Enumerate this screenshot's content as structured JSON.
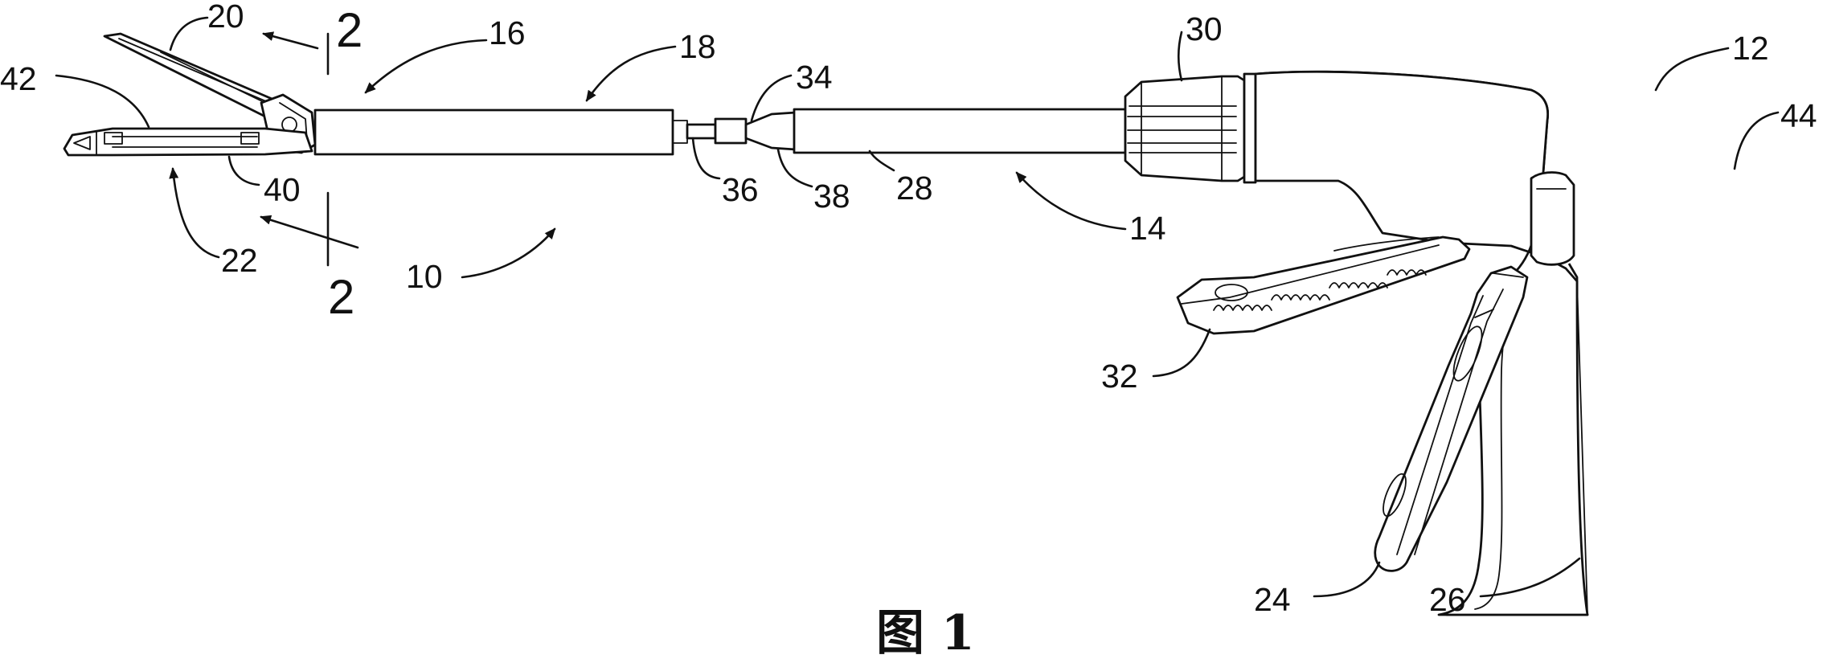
{
  "figure": {
    "caption": "图 1",
    "section_marks": [
      "2",
      "2"
    ],
    "reference_labels": {
      "n10": "10",
      "n12": "12",
      "n14": "14",
      "n16": "16",
      "n18": "18",
      "n20": "20",
      "n22": "22",
      "n24": "24",
      "n26": "26",
      "n28": "28",
      "n30": "30",
      "n32": "32",
      "n34": "34",
      "n36": "36",
      "n38": "38",
      "n40": "40",
      "n42": "42",
      "n44": "44"
    }
  }
}
